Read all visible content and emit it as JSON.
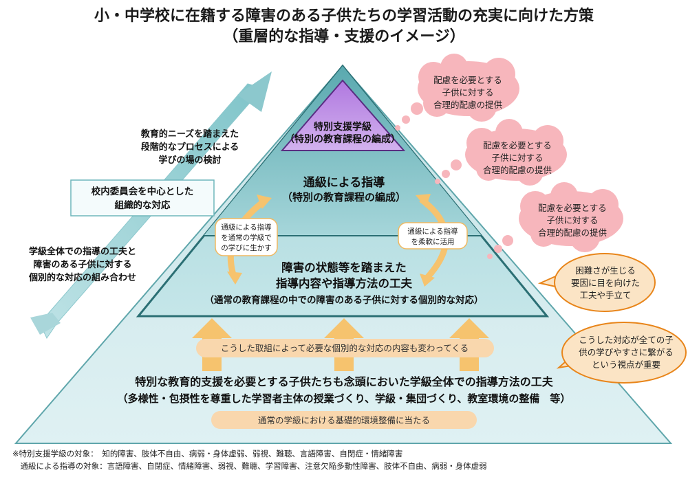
{
  "title": {
    "line1": "小・中学校に在籍する障害のある子供たちの学習活動の充実に向けた方策",
    "line2": "（重層的な指導・支援のイメージ）"
  },
  "pyramid": {
    "top": {
      "line1": "特別支援学級",
      "line2": "（特別の教育課程の編成）"
    },
    "tier2": {
      "line1": "通級による指導",
      "line2": "（特別の教育課程の編成）"
    },
    "tier3": {
      "line1": "障害の状態等を踏まえた",
      "line2": "指導内容や指導方法の工夫",
      "line3": "（通常の教育課程の中での障害のある子供に対する個別的な対応）"
    },
    "base": {
      "line1": "特別な教育的支援を必要とする子供たちも念頭においた学級全体での指導方法の工夫",
      "line2": "（多様性・包摂性を尊重した学習者主体の授業づくり、学級・集団づくり、教室環境の整備　等）"
    },
    "left_cycle": {
      "line1": "通級による指導",
      "line2": "を通常の学級で",
      "line3": "の学びに生かす"
    },
    "right_cycle": {
      "line1": "通級による指導",
      "line2": "を柔軟に活用"
    },
    "pill_middle": "こうした取組によって必要な個別的な対応の内容も変わってくる",
    "pill_bottom": "通常の学級における基礎的環境整備に当たる"
  },
  "left": {
    "arrow_label": {
      "line1": "教育的ニーズを踏まえた",
      "line2": "段階的なプロセスによる",
      "line3": "学びの場の検討"
    },
    "committee_box": {
      "line1": "校内委員会を中心とした",
      "line2": "組織的な対応"
    },
    "combo_label": {
      "line1": "学級全体での指導の工夫と",
      "line2": "障害のある子供に対する",
      "line3": "個別的な対応の組み合わせ"
    }
  },
  "clouds": [
    {
      "line1": "配慮を必要とする",
      "line2": "子供に対する",
      "line3": "合理的配慮の提供"
    },
    {
      "line1": "配慮を必要とする",
      "line2": "子供に対する",
      "line3": "合理的配慮の提供"
    },
    {
      "line1": "配慮を必要とする",
      "line2": "子供に対する",
      "line3": "合理的配慮の提供"
    }
  ],
  "bubbles": [
    {
      "line1": "困難さが生じる",
      "line2": "要因に目を向けた",
      "line3": "工夫や手立て"
    },
    {
      "line1": "こうした対応が全ての子",
      "line2": "供の学びやすさに繋がる",
      "line3": "という視点が重要"
    }
  ],
  "footnotes": {
    "line1": "※特別支援学級の対象：　知的障害、肢体不自由、病弱・身体虚弱、弱視、難聴、言語障害、自閉症・情緒障害",
    "line2": "　通級による指導の対象：言語障害、自閉症、情緒障害、弱視、難聴、学習障害、注意欠陥多動性障害、肢体不自由、病弱・身体虚弱"
  },
  "colors": {
    "base_tier": "#cfe8ec",
    "middle_tier": "#8ec9cd",
    "upper_tier": "#6fb8bd",
    "top_tier": "#c39ae6",
    "orange_arrow": "#f6c36e",
    "pill": "#f9d7ad",
    "cloud": "#f7b6bc",
    "bubble": "#fbe4c5",
    "bubble_border": "#e8851a",
    "outline": "#2b6f74"
  }
}
